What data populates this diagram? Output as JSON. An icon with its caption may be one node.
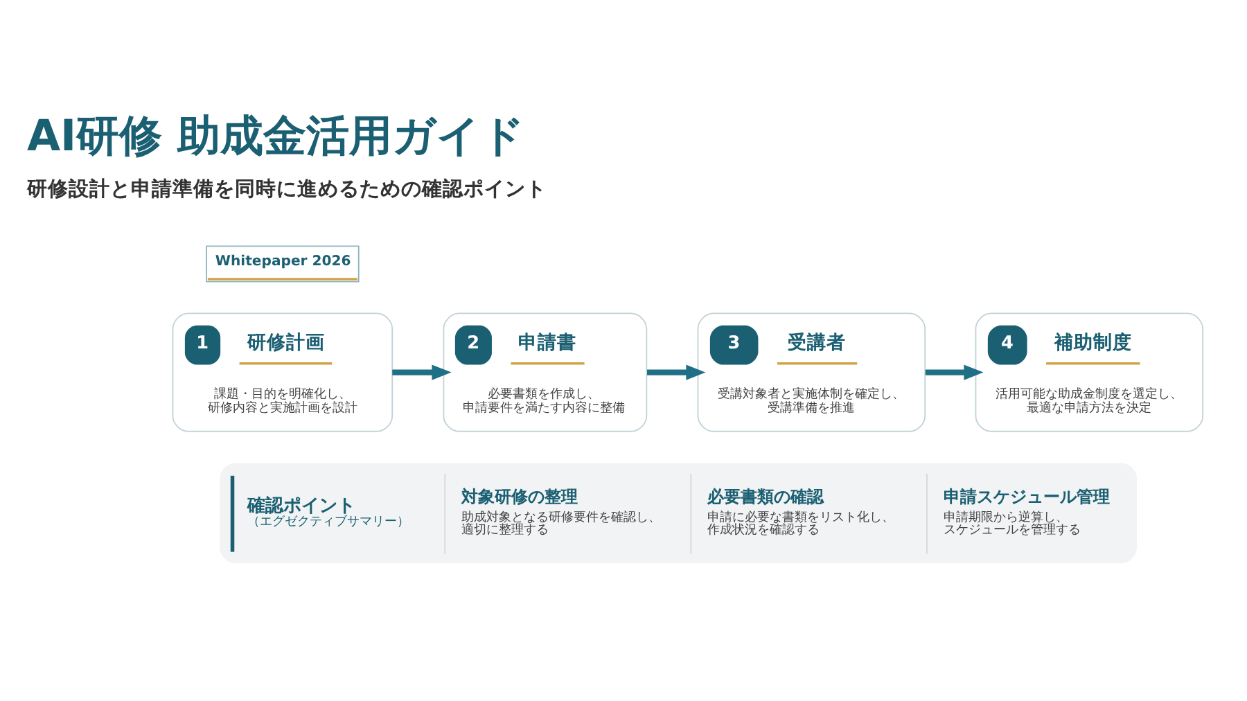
{
  "diagram": {
    "title": "AI研修 助成金活用ガイド",
    "nodes": [
      {
        "text": [
          "Whitepaper 2026"
        ]
      },
      {
        "text": [
          "1",
          "研修計画",
          "課題・目的を明確化し、研修内容と実施計画を設計"
        ]
      },
      {
        "text": [
          "2",
          "申請書",
          "必要書類を作成し、申請要件を満たす内容に整備"
        ]
      },
      {
        "text": [
          "3",
          "受講者",
          "受講対象者と実施体制を確定し、受講準備を推進"
        ]
      },
      {
        "text": [
          "4",
          "補助制度",
          "活用可能な助成金制度を選定し、最適な申請方法を決定"
        ]
      },
      {
        "text": [
          "確認ポイント",
          "（エグゼクティブサマリー）",
          "対象研修の整理",
          "助成対象となる研修要件を確認し、適切に整理する",
          "必要書類の確認",
          "申請に必要な書類をリスト化し、作成状況を確認する",
          "申請スケジュール管理",
          "申請期限から逆算し、スケジュールを管理する"
        ]
      }
    ],
    "edges": [
      {
        "from": 1,
        "to": 2,
        "arrow": "to"
      },
      {
        "from": 2,
        "to": 3,
        "arrow": "to"
      },
      {
        "from": 3,
        "to": 4,
        "arrow": "to"
      }
    ],
    "labels": [
      "研修設計と申請準備を同時に進めるための確認ポイント"
    ]
  }
}
